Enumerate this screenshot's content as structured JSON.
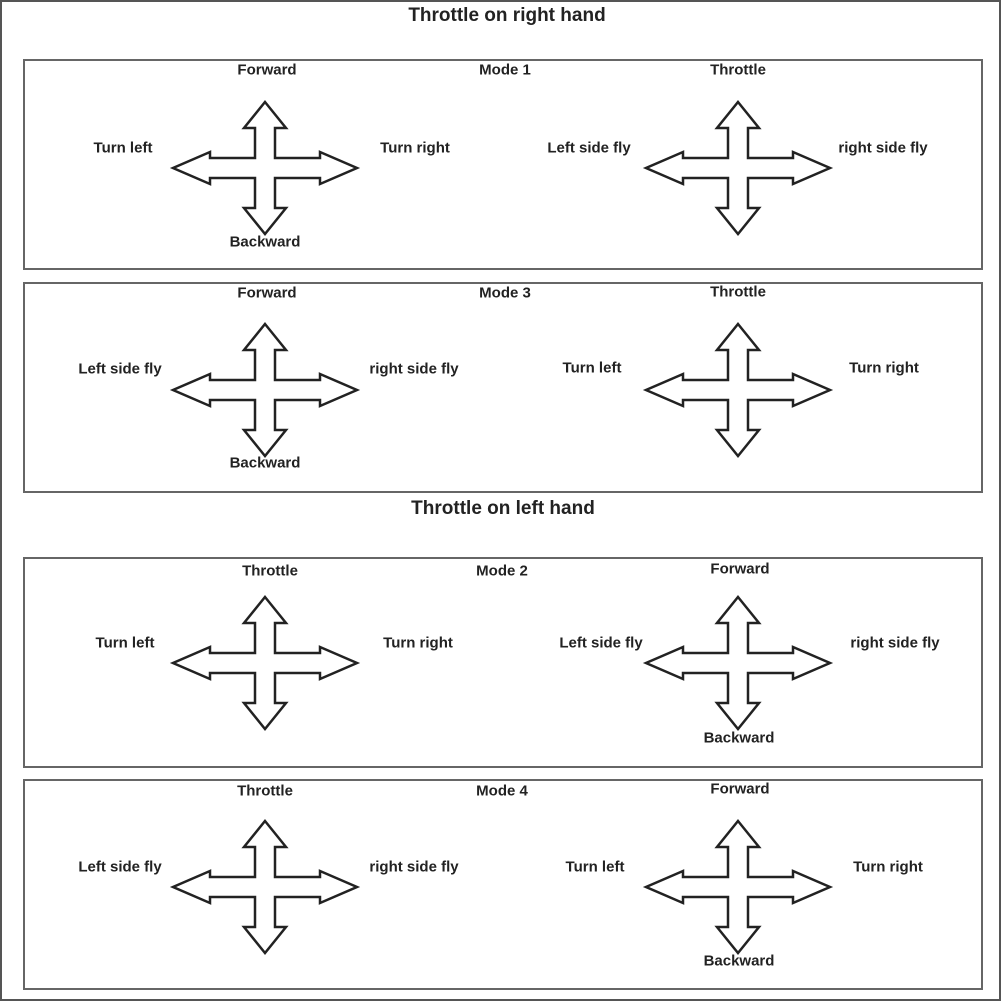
{
  "titles": {
    "right_hand": "Throttle on right hand",
    "left_hand": "Throttle on left hand"
  },
  "modes": [
    {
      "name": "Mode 1",
      "left_stick": {
        "top": "Forward",
        "left": "Turn left",
        "right": "Turn right",
        "bottom": "Backward"
      },
      "right_stick": {
        "top": "Throttle",
        "left": "Left side fly",
        "right": "right side fly"
      }
    },
    {
      "name": "Mode 3",
      "left_stick": {
        "top": "Forward",
        "left": "Left side fly",
        "right": "right side fly",
        "bottom": "Backward"
      },
      "right_stick": {
        "top": "Throttle",
        "left": "Turn left",
        "right": "Turn right"
      }
    },
    {
      "name": "Mode 2",
      "left_stick": {
        "top": "Throttle",
        "left": "Turn left",
        "right": "Turn right"
      },
      "right_stick": {
        "top": "Forward",
        "left": "Left side fly",
        "right": "right side fly",
        "bottom": "Backward"
      }
    },
    {
      "name": "Mode 4",
      "left_stick": {
        "top": "Throttle",
        "left": "Left side fly",
        "right": "right side fly"
      },
      "right_stick": {
        "top": "Forward",
        "left": "Turn left",
        "right": "Turn right",
        "bottom": "Backward"
      }
    }
  ]
}
